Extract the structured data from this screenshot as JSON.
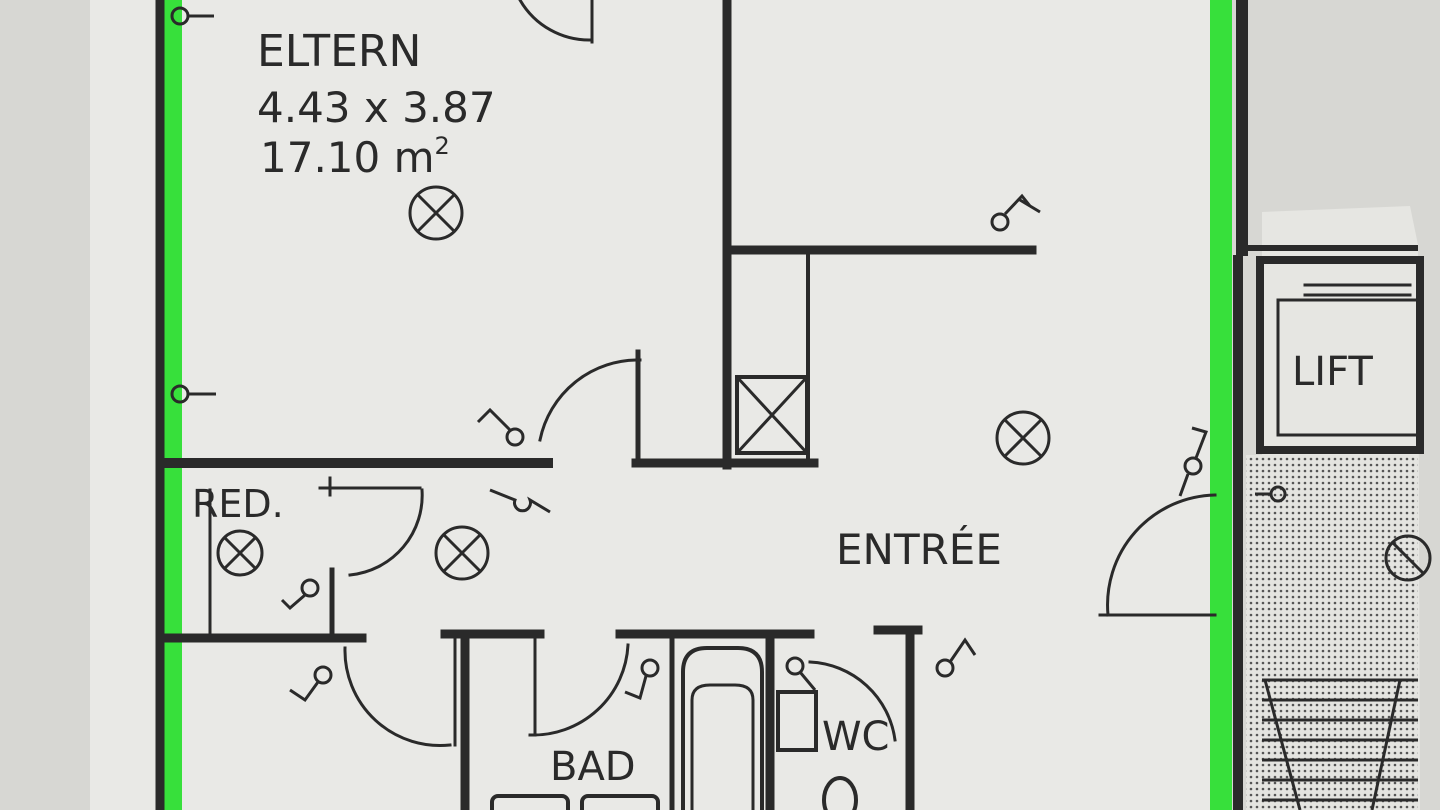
{
  "rooms": {
    "eltern": {
      "name": "ELTERN",
      "dimensions": "4.43 x 3.87",
      "area": "17.10 m",
      "area_sup": "2"
    },
    "red": {
      "name": "RED."
    },
    "entree": {
      "name": "ENTRÉE"
    },
    "bad": {
      "name": "BAD"
    },
    "wc": {
      "name": "WC"
    },
    "lift": {
      "name": "LIFT"
    }
  },
  "colors": {
    "paper": "#e9e9e6",
    "ink": "#2a2a2a",
    "highlight": "#37e03b",
    "background": "#d7d7d3"
  },
  "symbols": {
    "ceiling_light": "light-fixture-icon",
    "switch": "light-switch-icon",
    "socket": "socket-icon",
    "shaft": "shaft-cross-icon"
  }
}
